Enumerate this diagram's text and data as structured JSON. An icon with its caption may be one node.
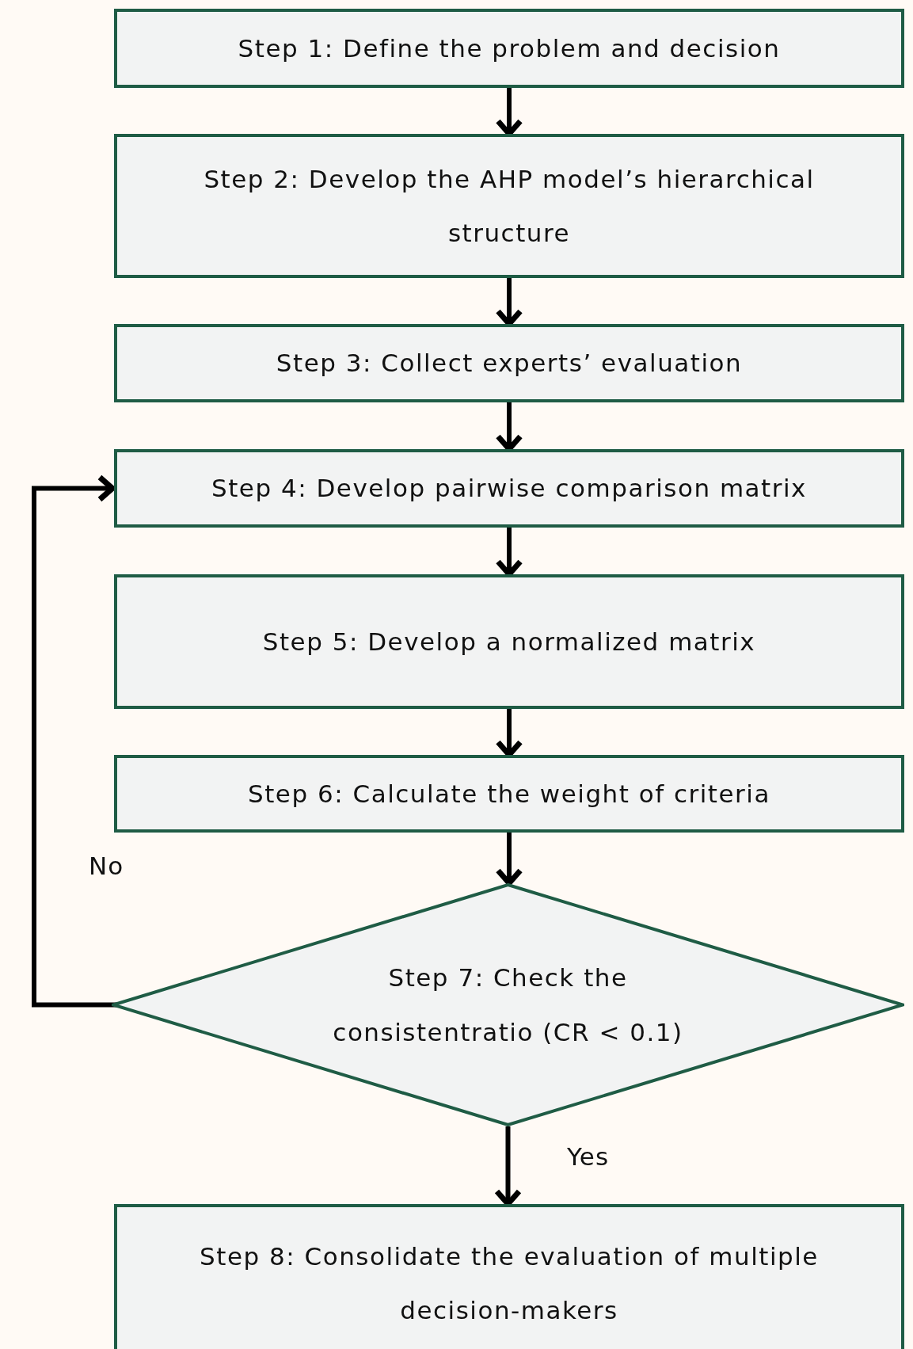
{
  "diagram": {
    "nodes": [
      {
        "text": [
          "Step 1: Define the problem and decision"
        ]
      },
      {
        "text": [
          "Step 2: Develop the AHP model’s hierarchical structure"
        ]
      },
      {
        "text": [
          "Step 3: Collect experts’ evaluation"
        ]
      },
      {
        "text": [
          "Step 4: Develop pairwise comparison matrix"
        ]
      },
      {
        "text": [
          "Step 5: Develop a normalized matrix"
        ]
      },
      {
        "text": [
          "Step 6: Calculate the weight of criteria"
        ]
      },
      {
        "text": [
          "Step 7: Check the consistentratio (CR < 0.1)"
        ]
      },
      {
        "text": [
          "Step 8: Consolidate the evaluation of multiple decision-makers"
        ]
      }
    ],
    "edges": [
      {
        "from": 0,
        "to": 1,
        "arrow": "to"
      },
      {
        "from": 1,
        "to": 2,
        "arrow": "to"
      },
      {
        "from": 2,
        "to": 3,
        "arrow": "to"
      },
      {
        "from": 3,
        "to": 4,
        "arrow": "to"
      },
      {
        "from": 4,
        "to": 5,
        "arrow": "to"
      },
      {
        "from": 5,
        "to": 6,
        "arrow": "to"
      },
      {
        "from": 6,
        "to": 7,
        "arrow": "to",
        "label": "Yes"
      },
      {
        "from": 6,
        "to": 3,
        "arrow": "to",
        "label": "No"
      }
    ]
  }
}
